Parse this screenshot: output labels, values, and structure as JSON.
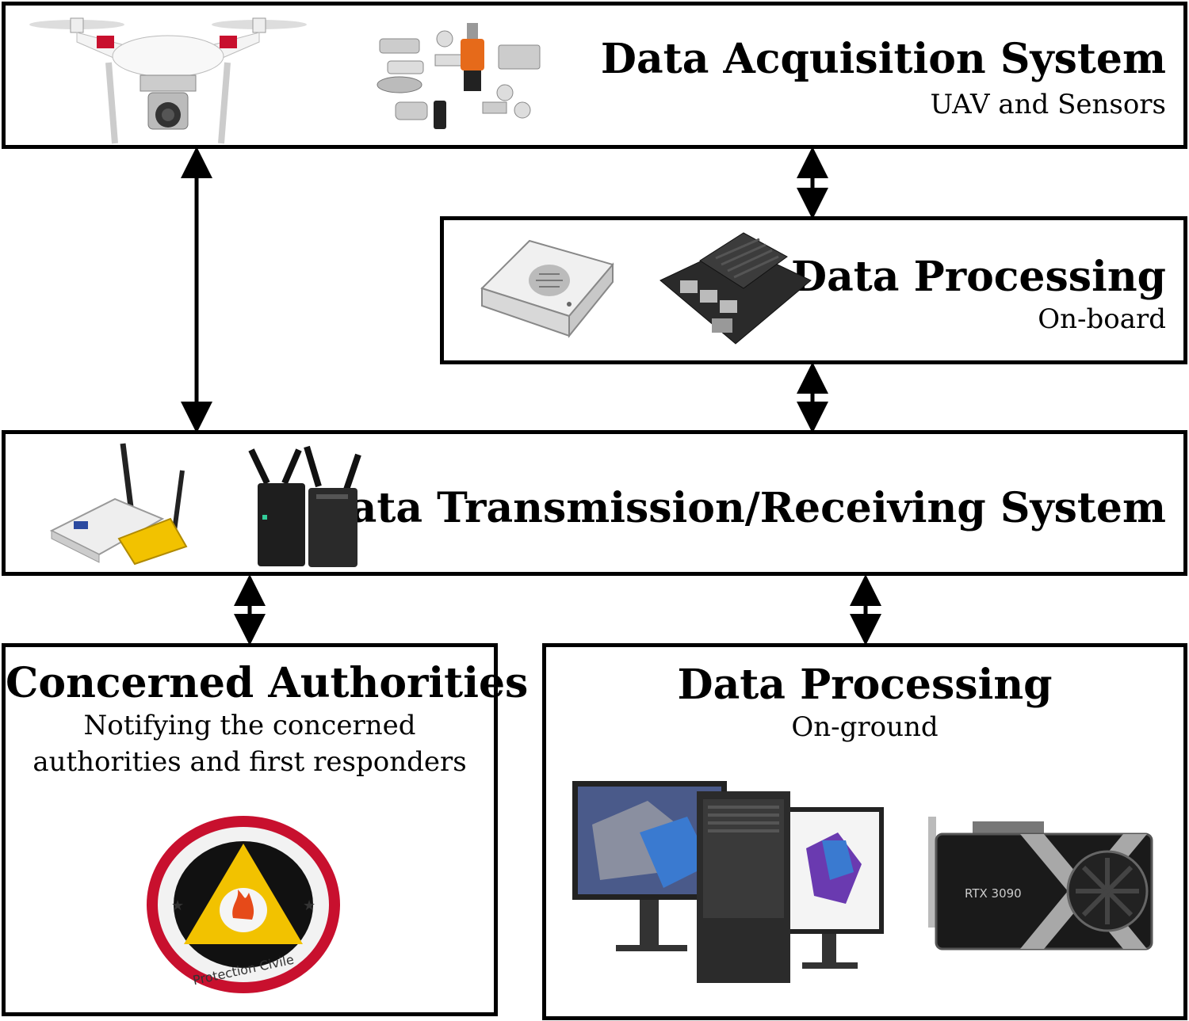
{
  "acquisition": {
    "title": "Data Acquisition System",
    "subtitle": "UAV and Sensors"
  },
  "onboard": {
    "title": "Data Processing",
    "subtitle": "On-board"
  },
  "transmission": {
    "title": "Data Transmission/Receiving System"
  },
  "authorities": {
    "title": "Concerned Authorities",
    "subtitle_line1": "Notifying the concerned",
    "subtitle_line2": "authorities and first responders",
    "logo_text": "Protection Civile"
  },
  "onground": {
    "title": "Data Processing",
    "subtitle": "On-ground",
    "gpu_label": "RTX 3090"
  },
  "colors": {
    "border": "#000000",
    "logo_red": "#c8102e",
    "logo_yellow": "#f2c200"
  },
  "icons": [
    "drone-icon",
    "sensors-icon",
    "compute-module-icon",
    "jetson-board-icon",
    "radio-transmitter-icon",
    "video-transmitter-icon",
    "civil-protection-logo",
    "workstation-icon",
    "gpu-card-icon"
  ]
}
